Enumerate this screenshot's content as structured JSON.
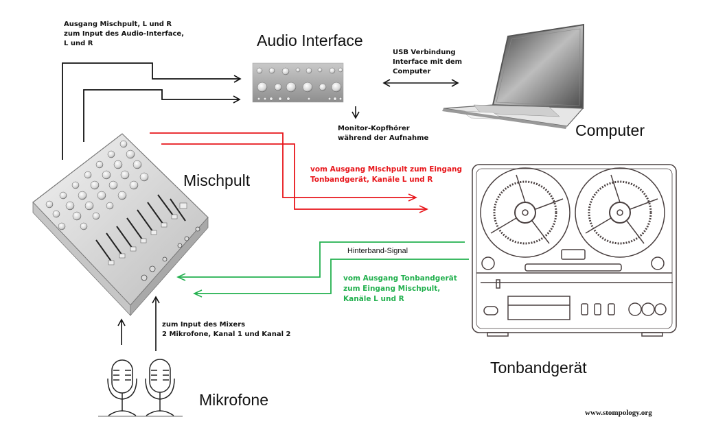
{
  "diagram": {
    "titles": {
      "audio_interface": "Audio Interface",
      "computer": "Computer",
      "mixer": "Mischpult",
      "tape_recorder": "Tonbandgerät",
      "microphones": "Mikrofone"
    },
    "notes": {
      "mixer_to_interface": "Ausgang Mischpult, L und R\nzum Input des Audio-Interface,\nL und R",
      "usb": "USB Verbindung\nInterface mit dem\nComputer",
      "monitor": "Monitor-Kopfhörer\nwährend der Aufnahme",
      "mixer_to_tape": "vom Ausgang Mischpult zum Eingang\nTonbandgerät, Kanäle L und R",
      "tape_to_mixer": "vom Ausgang Tonbandgerät\nzum Eingang Mischpult,\nKanäle L und R",
      "hinterband": "Hinterband-Signal",
      "mics_to_mixer": "zum Input des Mixers\n2 Mikrofone, Kanal 1 und Kanal 2"
    },
    "credit": "www.stompology.org",
    "colors": {
      "black_signal": "#111111",
      "red_signal": "#e8161b",
      "green_signal": "#22b04e"
    }
  }
}
